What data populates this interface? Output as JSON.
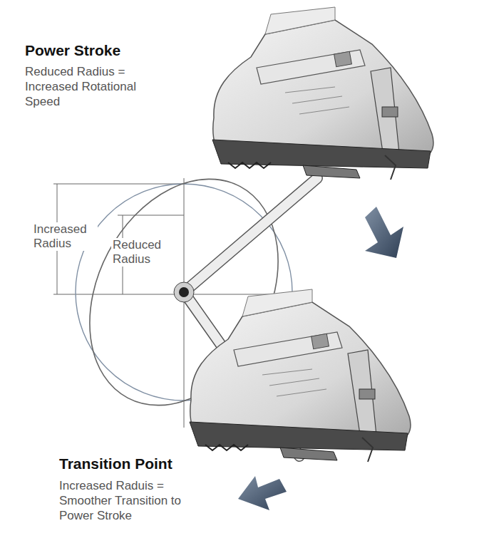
{
  "diagram": {
    "labels": [
      "Power Stroke",
      "Reduced Radius = Increased Rotational Speed",
      "Increased Radius",
      "Reduced Radius",
      "Transition Point",
      "Increased Raduis = Smoother Transition to Power Stroke"
    ]
  }
}
